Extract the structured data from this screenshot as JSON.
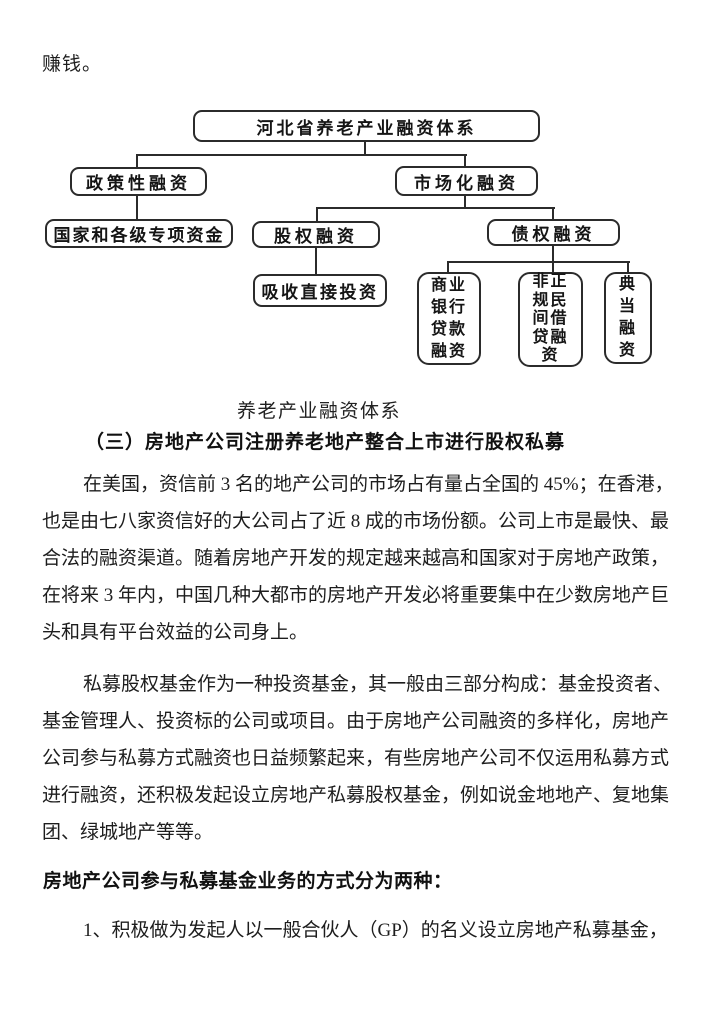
{
  "page": {
    "intro_text": "赚钱。",
    "caption": "养老产业融资体系",
    "heading": "（三）房地产公司注册养老地产整合上市进行股权私募",
    "bold_line": "房地产公司参与私募基金业务的方式分为两种：",
    "numbered_item": "1、积极做为发起人以一般合伙人（GP）的名义设立房地产私募基金，"
  },
  "diagram": {
    "title": "河北省养老产业融资体系",
    "nodes": {
      "root": "河北省养老产业融资体系",
      "policy": "政策性融资",
      "market": "市场化融资",
      "special_funds": "国家和各级专项资金",
      "equity": "股权融资",
      "debt": "债权融资",
      "direct_investment": "吸收直接投资",
      "bank_loan": "商业\n银行\n贷款\n融资",
      "informal_lending": "非正\n规民\n间借\n贷融\n资",
      "pawn": "典\n当\n融\n资"
    }
  },
  "paragraphs": {
    "p1": {
      "lines": [
        "在美国，资信前 3 名的地产公司的市场占有量占全国的 45%；在香港，",
        "也是由七八家资信好的大公司占了近 8 成的市场份额。公司上市是最快、最",
        "合法的融资渠道。随着房地产开发的规定越来越高和国家对于房地产政策，",
        "在将来 3 年内，中国几种大都市的房地产开发必将重要集中在少数房地产巨",
        "头和具有平台效益的公司身上。"
      ]
    },
    "p2": {
      "lines": [
        "私募股权基金作为一种投资基金，其一般由三部分构成：基金投资者、",
        "基金管理人、投资标的公司或项目。由于房地产公司融资的多样化，房地产",
        "公司参与私募方式融资也日益频繁起来，有些房地产公司不仅运用私募方式",
        "进行融资，还积极发起设立房地产私募股权基金，例如说金地地产、复地集",
        "团、绿城地产等等。"
      ]
    }
  }
}
